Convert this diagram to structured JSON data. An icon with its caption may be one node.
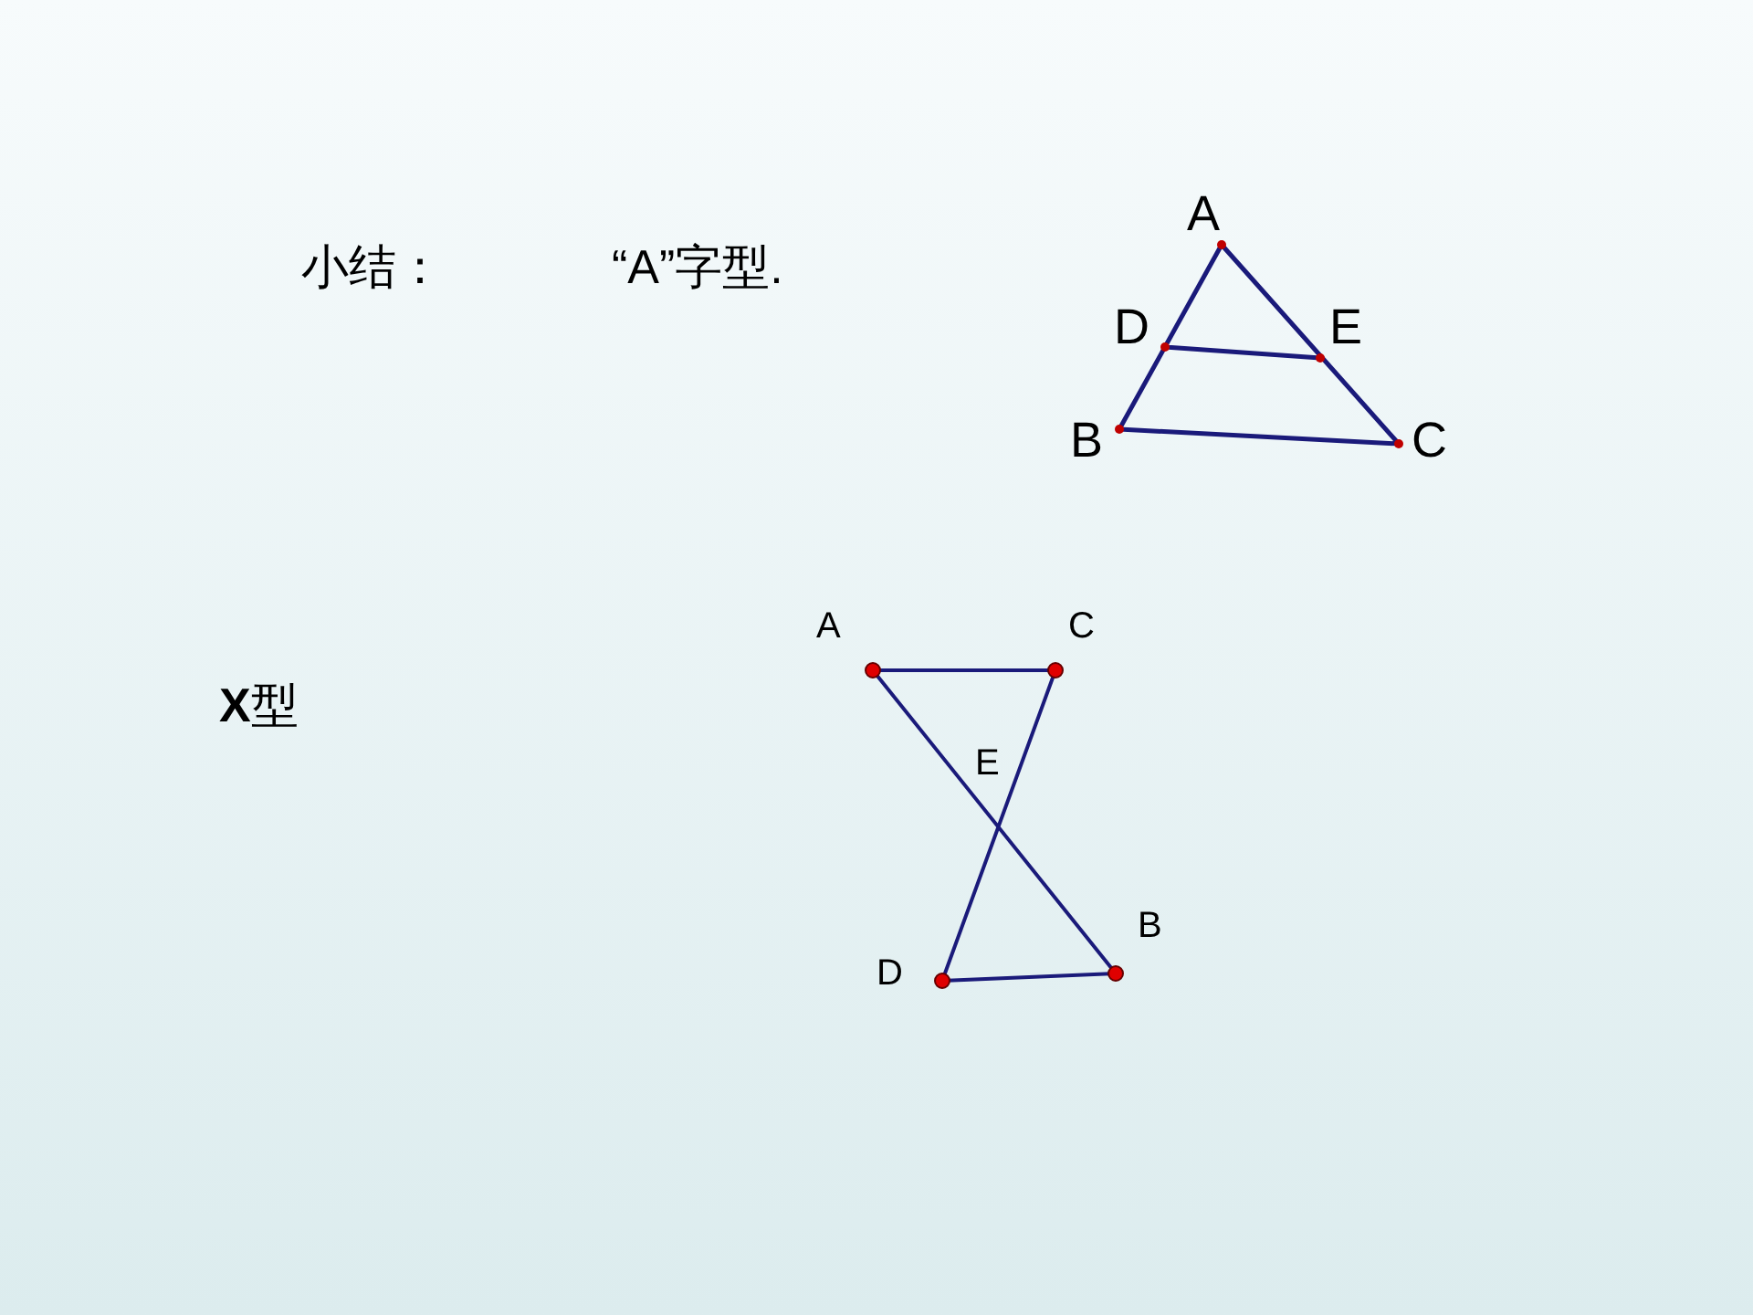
{
  "diagram": {
    "labels": [
      "小结：",
      "“A”字型.",
      "A",
      "D",
      "E",
      "B",
      "C",
      "**X**型",
      "A",
      "C",
      "E",
      "B",
      "D"
    ]
  }
}
